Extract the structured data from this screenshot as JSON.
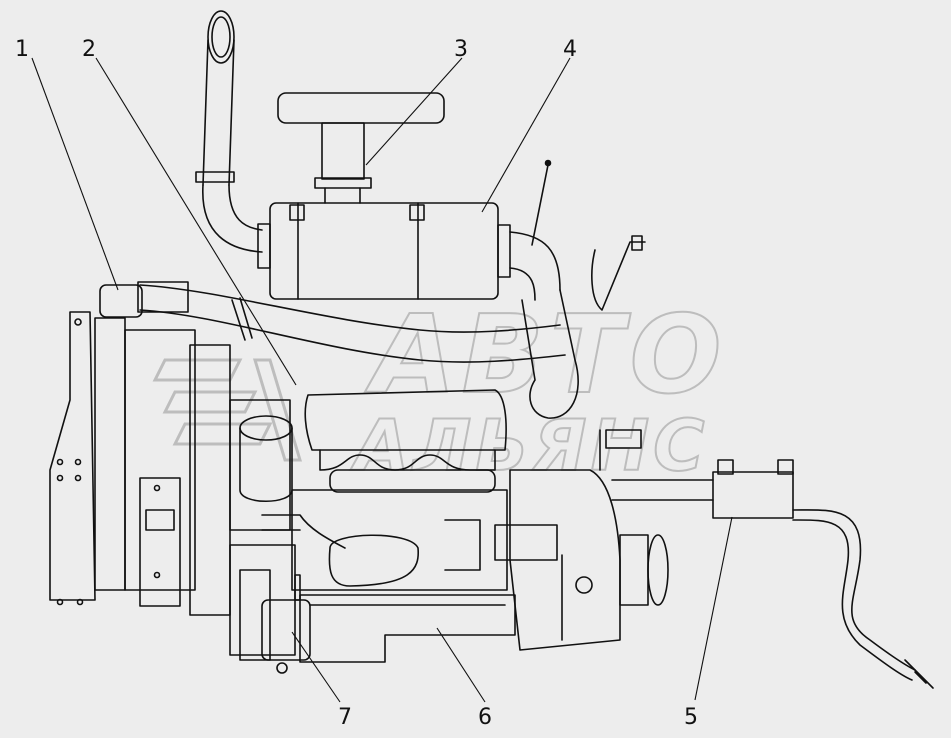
{
  "callouts": [
    {
      "id": "1",
      "label": "1"
    },
    {
      "id": "2",
      "label": "2"
    },
    {
      "id": "3",
      "label": "3"
    },
    {
      "id": "4",
      "label": "4"
    },
    {
      "id": "5",
      "label": "5"
    },
    {
      "id": "6",
      "label": "6"
    },
    {
      "id": "7",
      "label": "7"
    }
  ],
  "watermark": {
    "line1": "АВТО",
    "line2": "АЛЬЯНС"
  },
  "colors": {
    "background": "#ededed",
    "ink": "#111111",
    "watermark": "#bdbdbd"
  }
}
